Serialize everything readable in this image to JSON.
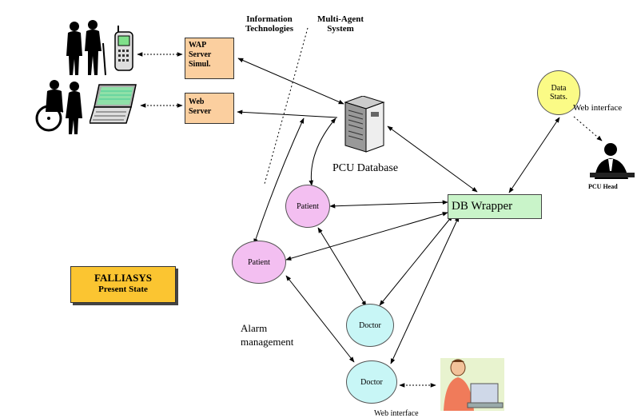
{
  "headers": {
    "it": "Information\nTechnologies",
    "mas": "Multi-Agent\nSystem"
  },
  "servers": {
    "wap": "WAP\nServer\nSimul.",
    "web": "Web\nServer"
  },
  "database": {
    "label": "PCU Database"
  },
  "wrapper": {
    "label": "DB Wrapper"
  },
  "agents": {
    "data_stats": "Data\nStats.",
    "patient_top": "Patient",
    "patient_left": "Patient",
    "doctor_mid": "Doctor",
    "doctor_bottom": "Doctor"
  },
  "labels": {
    "web_interface_top": "Web interface",
    "pcu_head": "PCU Head",
    "alarm": "Alarm\nmanagement",
    "web_interface_bottom": "Web interface"
  },
  "badge": {
    "title": "FALLIASYS",
    "subtitle": "Present State"
  },
  "colors": {
    "server_fill": "#fbcf9f",
    "patient_fill": "#f3bff1",
    "doctor_fill": "#c8f6f6",
    "stats_fill": "#fbfb86",
    "wrapper_fill": "#c9f4c9",
    "badge_fill": "#fbc531"
  },
  "icons": {
    "elderly": "elderly-couple-icon",
    "phone": "mobile-phone-icon",
    "wheelchair": "wheelchair-user-icon",
    "laptop": "laptop-icon",
    "server": "database-server-icon",
    "head": "businessman-icon",
    "doctor": "doctor-at-computer-icon"
  }
}
